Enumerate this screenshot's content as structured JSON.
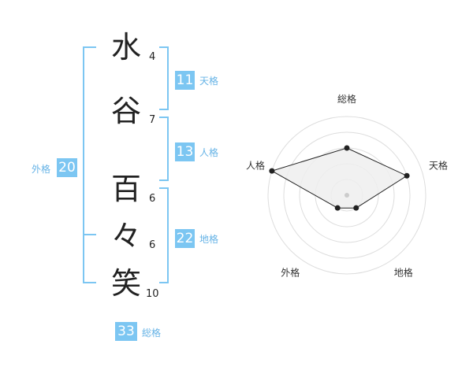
{
  "name_chars": [
    {
      "char": "水",
      "strokes": "4"
    },
    {
      "char": "谷",
      "strokes": "7"
    },
    {
      "char": "百",
      "strokes": "6"
    },
    {
      "char": "々",
      "strokes": "6"
    },
    {
      "char": "笑",
      "strokes": "10"
    }
  ],
  "fortunes": {
    "tenkaku": {
      "value": "11",
      "label": "天格"
    },
    "jinkaku": {
      "value": "13",
      "label": "人格"
    },
    "chikaku": {
      "value": "22",
      "label": "地格"
    },
    "gaikaku": {
      "value": "20",
      "label": "外格"
    },
    "soukaku": {
      "value": "33",
      "label": "総格"
    }
  },
  "colors": {
    "accent": "#7cc6f2",
    "accent_text": "#66b3e6",
    "radar_fill": "#eeeeee",
    "radar_line": "#222222",
    "ring": "#dddddd"
  },
  "chart_data": {
    "type": "radar",
    "axes": [
      "総格",
      "天格",
      "地格",
      "外格",
      "人格"
    ],
    "values": [
      3,
      4,
      1,
      1,
      5
    ],
    "rmax": 5,
    "rings": 5
  }
}
